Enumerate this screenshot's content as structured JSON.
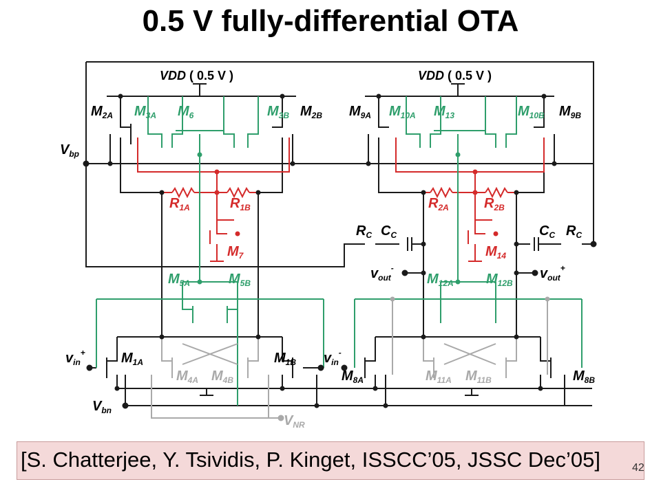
{
  "title": "0.5 V fully-differential OTA",
  "labels": {
    "vdd_left": "VDD",
    "vdd_left_value": "( 0.5 V )",
    "vdd_right": "VDD",
    "vdd_right_value": "( 0.5 V )",
    "vbp": "V",
    "vbp_sub": "bp",
    "vbn": "V",
    "vbn_sub": "bn",
    "vnr": "V",
    "vnr_sub": "NR",
    "vin_plus": "v",
    "vin_plus_sub": "in",
    "vin_plus_sup": "+",
    "vin_minus": "v",
    "vin_minus_sub": "in",
    "vin_minus_sup": "-",
    "vout_minus": "v",
    "vout_minus_sub": "out",
    "vout_minus_sup": "-",
    "vout_plus": "v",
    "vout_plus_sub": "out",
    "vout_plus_sup": "+",
    "m2a": "M",
    "m2a_sub": "2A",
    "m3a": "M",
    "m3a_sub": "3A",
    "m6": "M",
    "m6_sub": "6",
    "m3b": "M",
    "m3b_sub": "3B",
    "m2b": "M",
    "m2b_sub": "2B",
    "m9a": "M",
    "m9a_sub": "9A",
    "m10a": "M",
    "m10a_sub": "10A",
    "m13": "M",
    "m13_sub": "13",
    "m10b": "M",
    "m10b_sub": "10B",
    "m9b": "M",
    "m9b_sub": "9B",
    "r1a": "R",
    "r1a_sub": "1A",
    "r1b": "R",
    "r1b_sub": "1B",
    "r2a": "R",
    "r2a_sub": "2A",
    "r2b": "R",
    "r2b_sub": "2B",
    "m7": "M",
    "m7_sub": "7",
    "m14": "M",
    "m14_sub": "14",
    "rc_left": "R",
    "rc_left_sub": "C",
    "cc_left": "C",
    "cc_left_sub": "C",
    "cc_right": "C",
    "cc_right_sub": "C",
    "rc_right": "R",
    "rc_right_sub": "C",
    "m5a": "M",
    "m5a_sub": "5A",
    "m5b": "M",
    "m5b_sub": "5B",
    "m12a": "M",
    "m12a_sub": "12A",
    "m12b": "M",
    "m12b_sub": "12B",
    "m1a": "M",
    "m1a_sub": "1A",
    "m1b": "M",
    "m1b_sub": "1B",
    "m4a": "M",
    "m4a_sub": "4A",
    "m4b": "M",
    "m4b_sub": "4B",
    "m8a": "M",
    "m8a_sub": "8A",
    "m11a": "M",
    "m11a_sub": "11A",
    "m11b": "M",
    "m11b_sub": "11B",
    "m8b": "M",
    "m8b_sub": "8B"
  },
  "citation": "[S. Chatterjee, Y. Tsividis, P. Kinget, ISSCC’05, JSSC Dec’05]",
  "page_number": "42",
  "colors": {
    "wire": "#1a1a1a",
    "green_path": "#2e9e6b",
    "red_path": "#d42a2a",
    "gray_path": "#a9a9a9",
    "citation_bg": "#f4d9d9"
  }
}
